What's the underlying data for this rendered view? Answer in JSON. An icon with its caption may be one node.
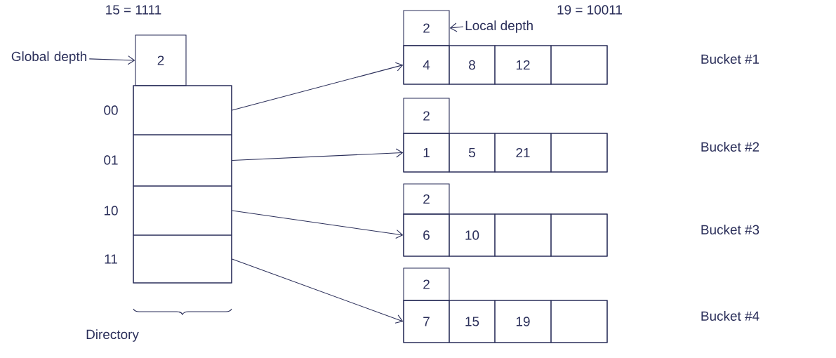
{
  "diagram": {
    "nodes": [
      {
        "text": [
          "Global depth"
        ]
      },
      {
        "text": [
          "2"
        ]
      },
      {
        "text": [],
        "shape": "box",
        "beside": [
          "Directory"
        ]
      },
      {
        "text": [],
        "shape": "box",
        "in": 2,
        "beside": [
          "00"
        ]
      },
      {
        "text": [],
        "shape": "box",
        "in": 2,
        "beside": [
          "01"
        ]
      },
      {
        "text": [],
        "shape": "box",
        "in": 2,
        "beside": [
          "10"
        ]
      },
      {
        "text": [],
        "shape": "box",
        "in": 2,
        "beside": [
          "11"
        ]
      },
      {
        "text": [
          "2"
        ]
      },
      {
        "text": [
          "Local depth"
        ]
      },
      {
        "text": [],
        "shape": "box"
      },
      {
        "text": [
          "4"
        ],
        "in": 9
      },
      {
        "text": [
          "8"
        ],
        "in": 9
      },
      {
        "text": [
          "12"
        ],
        "in": 9
      },
      {
        "text": [],
        "shape": "box",
        "in": 9
      },
      {
        "text": [
          "2"
        ]
      },
      {
        "text": [],
        "shape": "box"
      },
      {
        "text": [
          "1"
        ],
        "in": 15
      },
      {
        "text": [
          "5"
        ],
        "in": 15
      },
      {
        "text": [
          "21"
        ],
        "in": 15
      },
      {
        "text": [],
        "shape": "box",
        "in": 15
      },
      {
        "text": [
          "2"
        ]
      },
      {
        "text": [],
        "shape": "box"
      },
      {
        "text": [
          "6"
        ],
        "in": 21
      },
      {
        "text": [
          "10"
        ],
        "in": 21
      },
      {
        "text": [],
        "shape": "box",
        "in": 21
      },
      {
        "text": [],
        "shape": "box",
        "in": 21
      },
      {
        "text": [
          "2"
        ]
      },
      {
        "text": [],
        "shape": "box"
      },
      {
        "text": [
          "7"
        ],
        "in": 27
      },
      {
        "text": [
          "15"
        ],
        "in": 27
      },
      {
        "text": [
          "19"
        ],
        "in": 27
      },
      {
        "text": [],
        "shape": "box",
        "in": 27
      }
    ],
    "edges": [
      {
        "from": 0,
        "to": 1,
        "arrow": "to"
      },
      {
        "from": 8,
        "to": 7,
        "arrow": "to"
      },
      {
        "from": 3,
        "to": 10,
        "arrow": "to"
      },
      {
        "from": 4,
        "to": 16,
        "arrow": "to"
      },
      {
        "from": 5,
        "to": 22,
        "arrow": "to"
      },
      {
        "from": 6,
        "to": 28,
        "arrow": "to"
      }
    ],
    "labels": [
      "15 = 1111",
      "19 = 10011",
      "Bucket #1",
      "Bucket #2",
      "Bucket #3",
      "Bucket #4"
    ]
  }
}
